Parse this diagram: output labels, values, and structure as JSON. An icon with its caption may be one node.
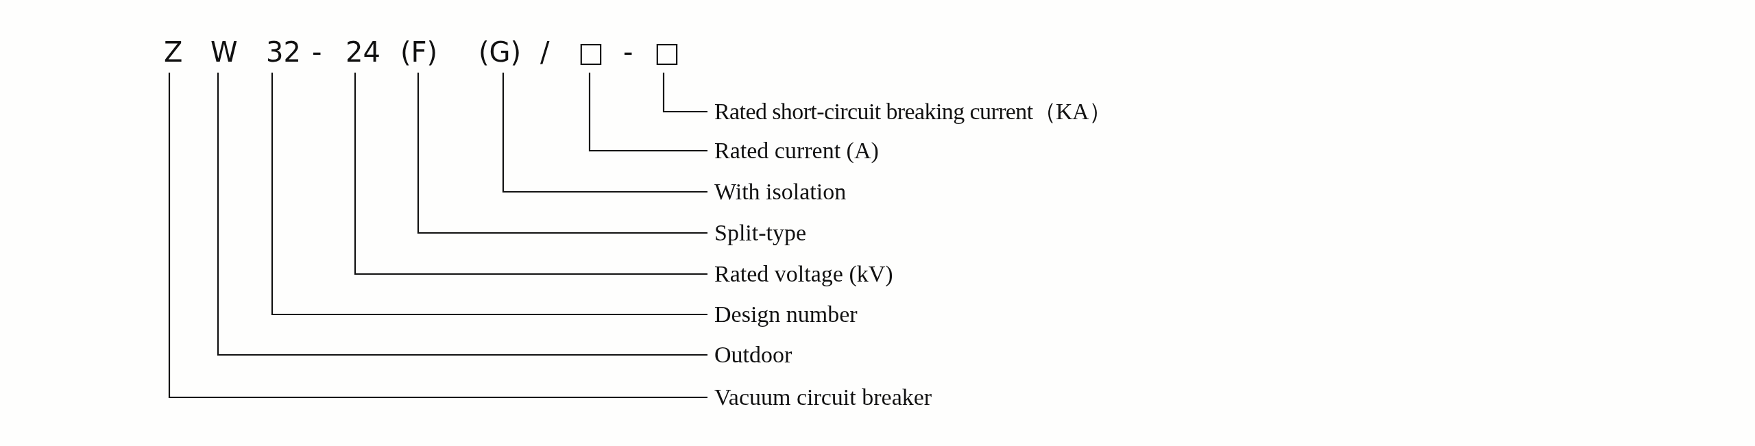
{
  "diagram": {
    "nodes": [
      {
        "text": [
          "Z"
        ]
      },
      {
        "text": [
          "W"
        ]
      },
      {
        "text": [
          "32"
        ]
      },
      {
        "text": [
          "24"
        ]
      },
      {
        "text": [
          "(F)"
        ]
      },
      {
        "text": [
          "(G)"
        ]
      },
      {
        "text": [
          "□"
        ]
      },
      {
        "text": [
          "□"
        ]
      },
      {
        "text": [
          "Rated short-circuit breaking current（KA）"
        ]
      },
      {
        "text": [
          "Rated current (A)"
        ]
      },
      {
        "text": [
          "With isolation"
        ]
      },
      {
        "text": [
          "Split-type"
        ]
      },
      {
        "text": [
          "Rated voltage (kV)"
        ]
      },
      {
        "text": [
          "Design number"
        ]
      },
      {
        "text": [
          "Outdoor"
        ]
      },
      {
        "text": [
          "Vacuum circuit breaker"
        ]
      }
    ],
    "edges": [
      {
        "from": 0,
        "to": 15,
        "arrow": "none"
      },
      {
        "from": 1,
        "to": 14,
        "arrow": "none"
      },
      {
        "from": 2,
        "to": 13,
        "arrow": "none"
      },
      {
        "from": 3,
        "to": 12,
        "arrow": "none"
      },
      {
        "from": 4,
        "to": 11,
        "arrow": "none"
      },
      {
        "from": 5,
        "to": 10,
        "arrow": "none"
      },
      {
        "from": 6,
        "to": 9,
        "arrow": "none"
      },
      {
        "from": 7,
        "to": 8,
        "arrow": "none"
      }
    ],
    "labels": [
      "-",
      "/",
      "-"
    ]
  }
}
